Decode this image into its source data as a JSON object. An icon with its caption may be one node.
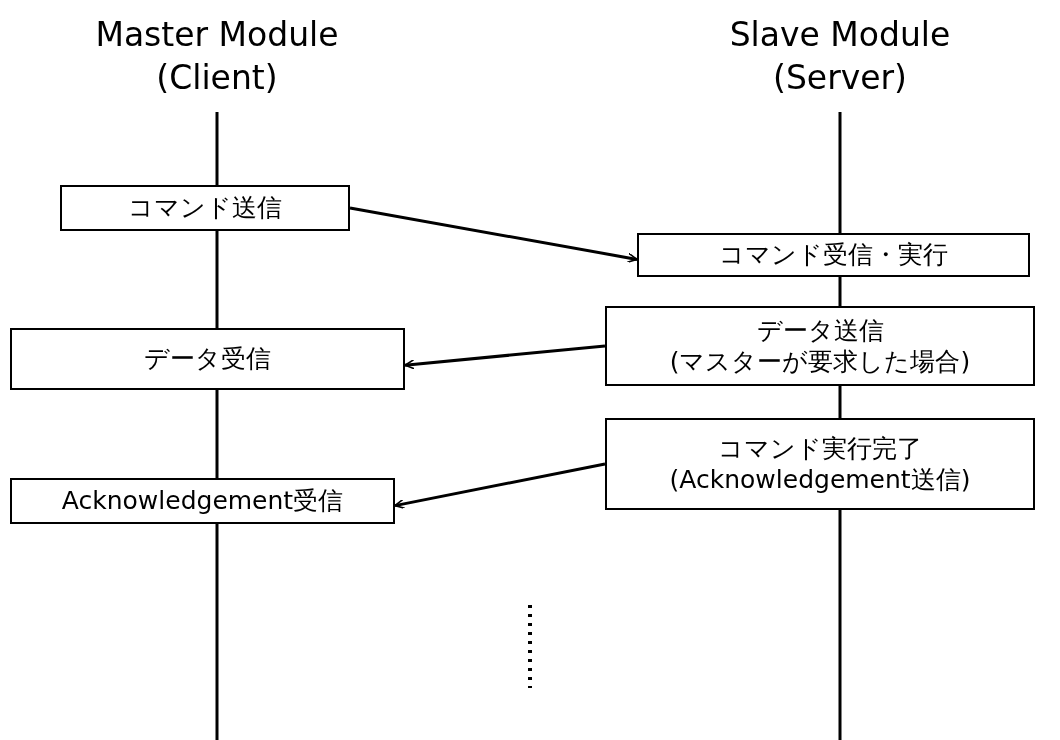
{
  "diagram": {
    "nodes": [
      {
        "text": [
          "コマンド送信"
        ]
      },
      {
        "text": [
          "コマンド受信・実行"
        ]
      },
      {
        "text": [
          "データ送信",
          "(マスターが要求した場合)"
        ]
      },
      {
        "text": [
          "データ受信"
        ]
      },
      {
        "text": [
          "コマンド実行完了",
          "(Acknowledgement送信)"
        ]
      },
      {
        "text": [
          "Acknowledgement受信"
        ]
      }
    ],
    "edges": [
      {
        "from": 0,
        "to": 1,
        "arrow": "to"
      },
      {
        "from": 2,
        "to": 3,
        "arrow": "to"
      },
      {
        "from": 4,
        "to": 5,
        "arrow": "to"
      }
    ],
    "labels": [
      "Master Module (Client)",
      "Slave Module (Server)"
    ]
  }
}
